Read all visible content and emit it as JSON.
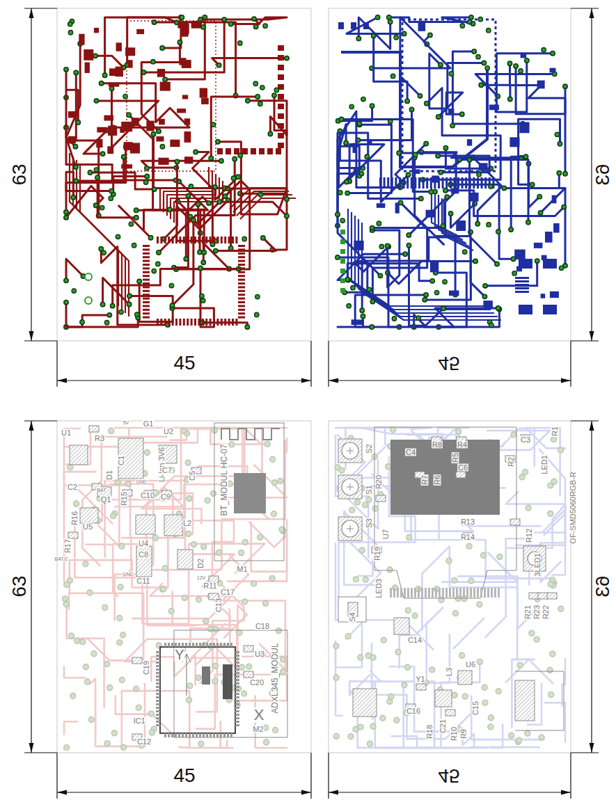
{
  "diagram": {
    "labels": [
      "63",
      "45",
      "63",
      "45",
      "63",
      "45",
      "63",
      "45",
      "U1",
      "R3",
      "5V",
      "G1",
      "D1",
      "Li-Ion 3V6",
      "U2",
      "C1",
      "C7",
      "C5",
      "GND",
      "C2",
      "BAT",
      "Q1",
      "R15",
      "C10",
      "C9",
      "R16",
      "U5",
      "R17",
      "BAT/2",
      "U4",
      "L2",
      "C8",
      "GND",
      "C11",
      "D2",
      "12V",
      "R11",
      "C17",
      "C13",
      "BT_MODUL HC-07",
      "M1",
      "C18",
      "U3",
      "C19",
      "C20",
      "ADXL345_MODUL",
      "Y",
      "X",
      "IC1",
      "M2",
      "C12",
      "S2",
      "R8",
      "R4",
      "C3",
      "R1",
      "C4",
      "R5",
      "C6",
      "R2",
      "LED1",
      "S1",
      "R20",
      "R7",
      "R6",
      "U7",
      "S3",
      "R13",
      "R14",
      "R12",
      "R19",
      "S4",
      "LED3",
      "3LED1",
      "R21",
      "R23",
      "R22",
      "OF-SMD5060RGB-R",
      "C14",
      "Y1",
      "L3",
      "U6",
      "C16",
      "C21",
      "C15",
      "R18",
      "R10",
      "R9"
    ]
  }
}
